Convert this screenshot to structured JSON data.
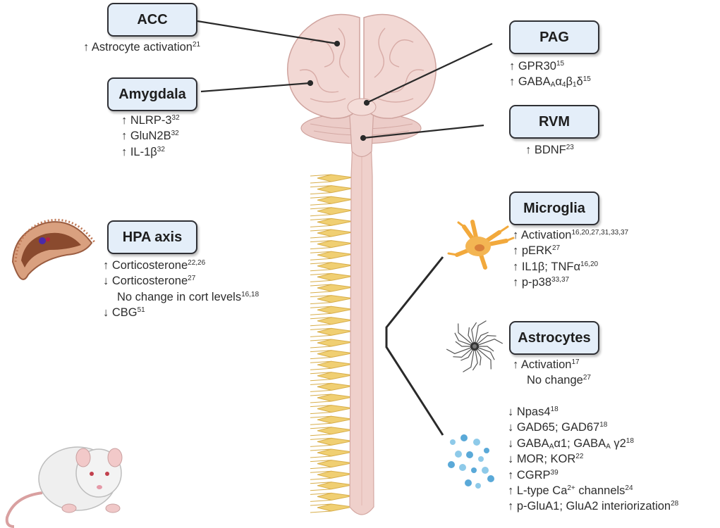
{
  "regions": {
    "acc": {
      "label": "ACC",
      "findings": [
        {
          "arrow": "↑",
          "text": "Astrocyte activation",
          "ref": "21"
        }
      ]
    },
    "amygdala": {
      "label": "Amygdala",
      "findings": [
        {
          "arrow": "↑",
          "text": "NLRP-3",
          "ref": "32"
        },
        {
          "arrow": "↑",
          "text": "GluN2B",
          "ref": "32"
        },
        {
          "arrow": "↑",
          "text": "IL-1β",
          "ref": "32"
        }
      ]
    },
    "pag": {
      "label": "PAG",
      "findings": [
        {
          "arrow": "↑",
          "text": "GPR30",
          "ref": "15"
        },
        {
          "arrow": "↑",
          "text": "GABAAα4β1δ",
          "ref": "15"
        }
      ]
    },
    "rvm": {
      "label": "RVM",
      "findings": [
        {
          "arrow": "↑",
          "text": "BDNF",
          "ref": "23"
        }
      ]
    },
    "hpa": {
      "label": "HPA axis",
      "findings": [
        {
          "arrow": "↑",
          "text": "Corticosterone",
          "ref": "22,26"
        },
        {
          "arrow": "↓",
          "text": "Corticosterone",
          "ref": "27"
        },
        {
          "arrow": "",
          "text": "No change in cort levels",
          "ref": "16,18"
        },
        {
          "arrow": "↓",
          "text": "CBG",
          "ref": "51"
        }
      ]
    },
    "microglia": {
      "label": "Microglia",
      "findings": [
        {
          "arrow": "↑",
          "text": "Activation",
          "ref": "16,20,27,31,33,37"
        },
        {
          "arrow": "↑",
          "text": "pERK",
          "ref": "27"
        },
        {
          "arrow": "↑",
          "text": "IL1β; TNFα",
          "ref": "16,20"
        },
        {
          "arrow": "↑",
          "text": "p-p38",
          "ref": "33,37"
        }
      ]
    },
    "astrocytes": {
      "label": "Astrocytes",
      "findings": [
        {
          "arrow": "↑",
          "text": "Activation",
          "ref": "17"
        },
        {
          "arrow": "",
          "text": "No change",
          "ref": "27"
        }
      ]
    },
    "spinal": {
      "findings": [
        {
          "arrow": "↓",
          "text": "Npas4",
          "ref": "18"
        },
        {
          "arrow": "↓",
          "text": "GAD65; GAD67",
          "ref": "18"
        },
        {
          "arrow": "↓",
          "text": "GABAAα1; GABAA γ2",
          "ref": "18"
        },
        {
          "arrow": "↓",
          "text": "MOR; KOR",
          "ref": "22"
        },
        {
          "arrow": "↑",
          "text": "CGRP",
          "ref": "39"
        },
        {
          "arrow": "↑",
          "text": "L-type Ca2+ channels",
          "ref": "24"
        },
        {
          "arrow": "↑",
          "text": "p-GluA1; GluA2 interiorization",
          "ref": "28"
        }
      ]
    }
  },
  "colors": {
    "box_fill": "#e4eef9",
    "box_border": "#2f3035",
    "brain": "#f1d6d2",
    "brain_fold": "#d9aaa6",
    "cord": "#efd0cb",
    "nerves": "#f0cf72",
    "microglia": "#f2a93c",
    "hpa_tissue": "#c98a6b",
    "rat": "#eeeeee",
    "ions": "#5aa9d8"
  },
  "icons": [
    "brain-illustration",
    "spinal-cord-illustration",
    "microglia-cell-icon",
    "astrocyte-cell-icon",
    "adrenal-gland-icon",
    "rat-icon",
    "ion-particles-icon"
  ]
}
